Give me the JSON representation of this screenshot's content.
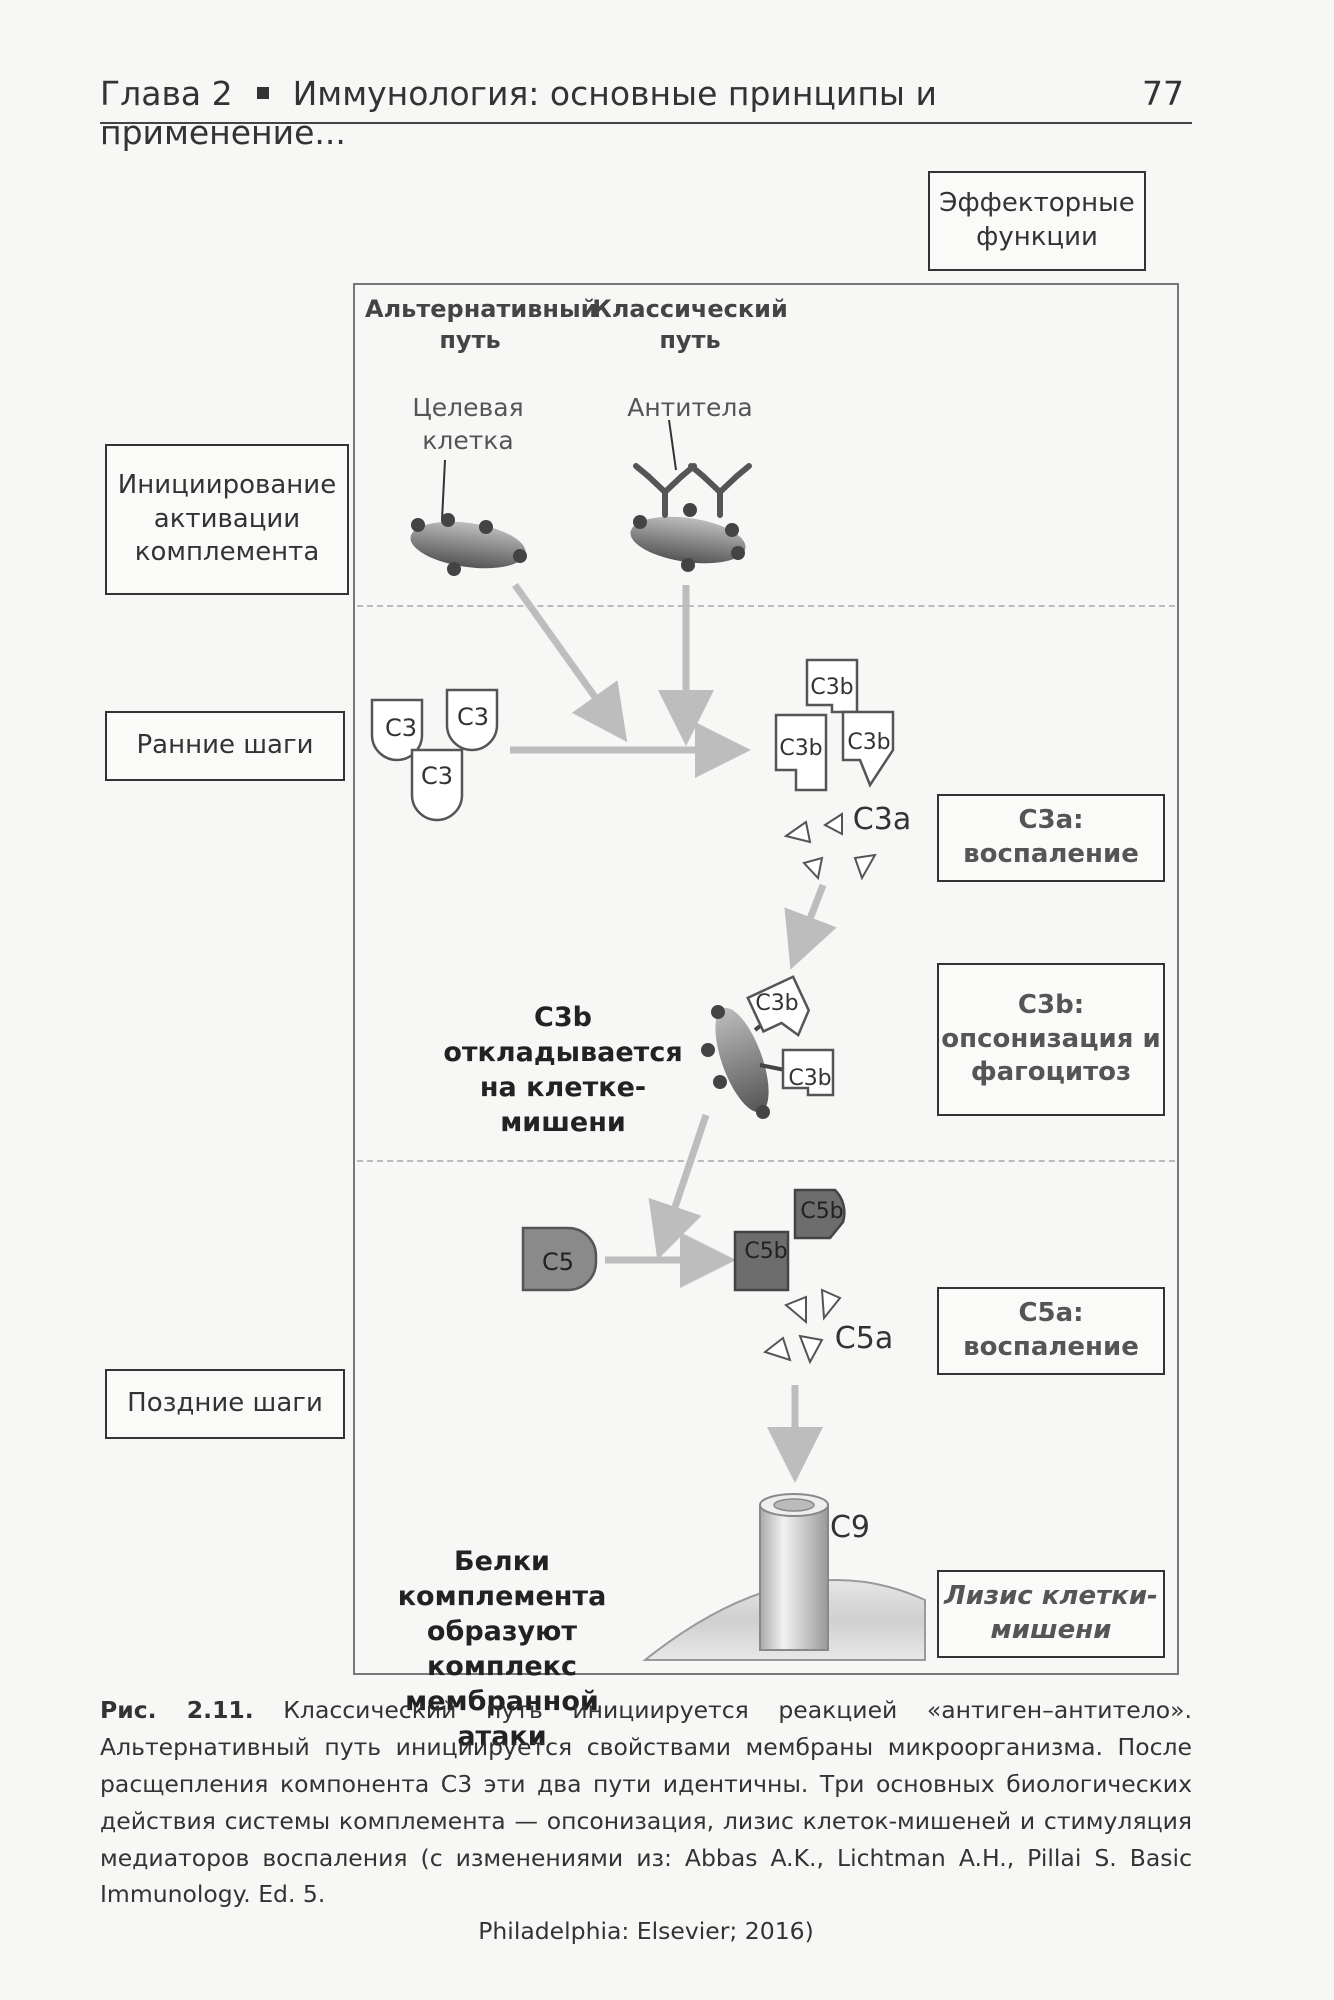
{
  "header": {
    "chapter": "Глава 2",
    "title": "Иммунология: основные принципы и применение...",
    "page_number": "77"
  },
  "stages": {
    "initiation": "Инициирование активации комплемента",
    "early": "Ранние шаги",
    "late": "Поздние шаги"
  },
  "effector_title": "Эффекторные функции",
  "pathways": {
    "alternative": "Альтернативный путь",
    "classical": "Классический путь",
    "target_cell": "Целевая клетка",
    "antibodies": "Антитела"
  },
  "molecules": {
    "c3": "C3",
    "c3b": "C3b",
    "c3a": "C3a",
    "c5": "C5",
    "c5b": "C5b",
    "c5a": "C5a",
    "c9": "C9"
  },
  "center_labels": {
    "c3b_deposit": "C3b откладывается на клетке-мишени",
    "mac": "Белки комплемента образуют комплекс мембранной атаки"
  },
  "effects": {
    "c3a": "C3a: воспаление",
    "c3b": "C3b: опсонизация и фагоцитоз",
    "c5a": "C5a: воспаление",
    "lysis": "Лизис клетки-мишени"
  },
  "caption": {
    "number": "Рис. 2.11.",
    "text": "Классический путь инициируется реакцией «антиген–антитело». Альтернативный путь инициируется свойствами мембраны микроорганизма. После расщепления компонента C3 эти два пути идентичны. Три основных биологических действия системы комплемента — опсонизация, лизис клеток-мишеней и стимуляция медиаторов воспаления (с изменениями из: Abbas A.K., Lichtman A.H., Pillai S. Basic Immunology. Ed. 5.",
    "last_line": "Philadelphia: Elsevier; 2016)"
  }
}
